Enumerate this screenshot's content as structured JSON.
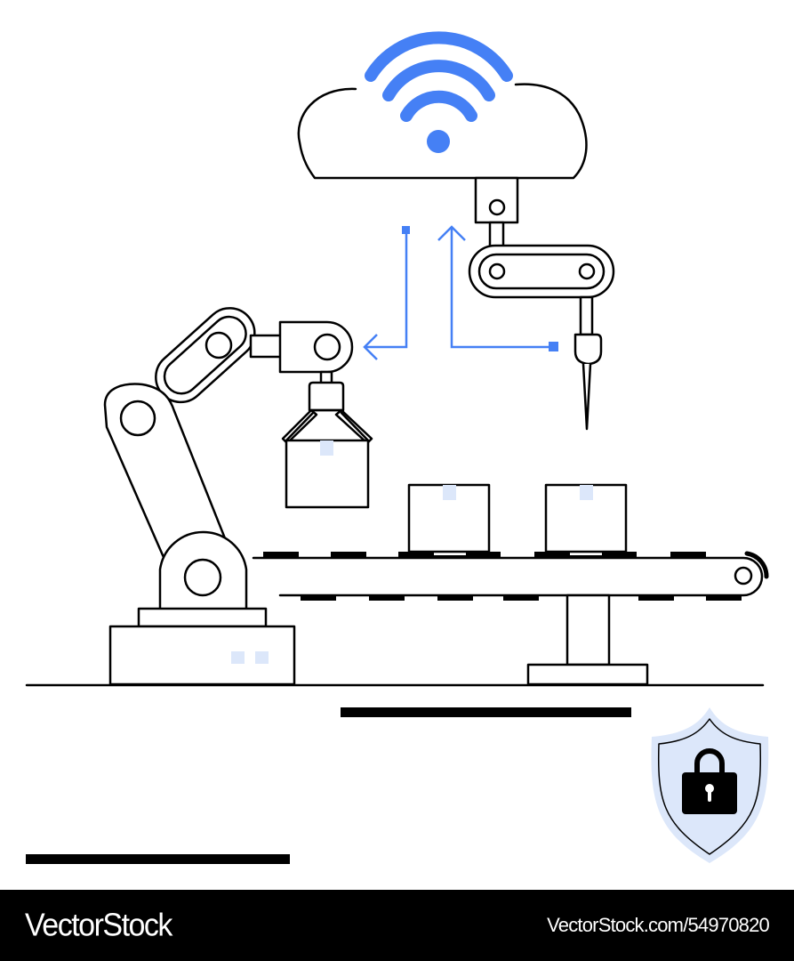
{
  "illustration": {
    "title": "Cloud-connected robotic assembly line with security shield",
    "icons": {
      "cloud": "cloud-icon",
      "wifi": "wifi-icon",
      "robot_arm": "robotic-arm-icon",
      "ceiling_arm": "ceiling-robot-arm-icon",
      "conveyor": "conveyor-belt-icon",
      "box": "package-box-icon",
      "shield": "shield-lock-icon",
      "padlock": "padlock-icon"
    },
    "boxes_on_belt": 2,
    "boxes_in_gripper": 1
  },
  "colors": {
    "accent_blue": "#4580F5",
    "light_blue": "#DCE7FA",
    "stroke": "#000000",
    "background": "#FFFFFF"
  },
  "watermark": {
    "brand": "VectorStock",
    "stock_id": "VectorStock.com/54970820"
  }
}
